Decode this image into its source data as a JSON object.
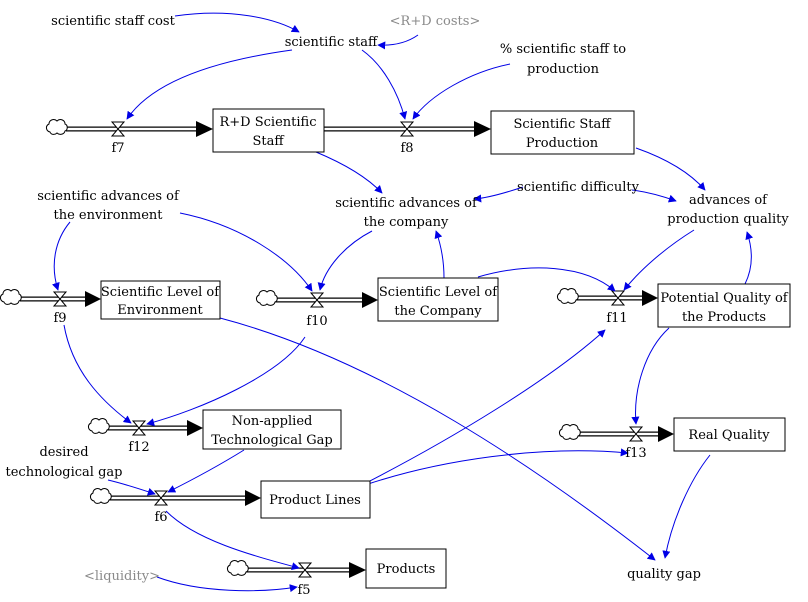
{
  "stocks": {
    "rd_staff": [
      "R+D Scientific",
      "Staff"
    ],
    "staff_production": [
      "Scientific Staff",
      "Production"
    ],
    "sci_env": [
      "Scientific Level of",
      "Environment"
    ],
    "sci_company": [
      "Scientific Level of",
      "the Company"
    ],
    "potential_quality": [
      "Potential Quality of",
      "the Products"
    ],
    "tech_gap": [
      "Non-applied",
      "Technological Gap"
    ],
    "real_quality": [
      "Real Quality"
    ],
    "product_lines": [
      "Product Lines"
    ],
    "products": [
      "Products"
    ]
  },
  "flows": {
    "f7": "f7",
    "f8": "f8",
    "f9": "f9",
    "f10": "f10",
    "f11": "f11",
    "f12": "f12",
    "f13": "f13",
    "f6": "f6",
    "f5": "f5"
  },
  "variables": {
    "staff_cost": [
      "scientific staff cost"
    ],
    "staff": [
      "scientific staff"
    ],
    "rd_costs": [
      "<R+D costs>"
    ],
    "pct_staff": [
      "% scientific staff to",
      "production"
    ],
    "adv_env": [
      "scientific advances of",
      "the environment"
    ],
    "adv_company": [
      "scientific advances of",
      "the company"
    ],
    "difficulty": [
      "scientific difficulty"
    ],
    "adv_quality": [
      "advances of",
      "production quality"
    ],
    "desired_gap": [
      "desired",
      "technological gap"
    ],
    "liquidity": [
      "<liquidity>"
    ],
    "quality_gap": [
      "quality gap"
    ]
  },
  "colors": {
    "link": "#0000e6",
    "stock_border": "#000000",
    "shadow_text": "#8a8a8a"
  }
}
